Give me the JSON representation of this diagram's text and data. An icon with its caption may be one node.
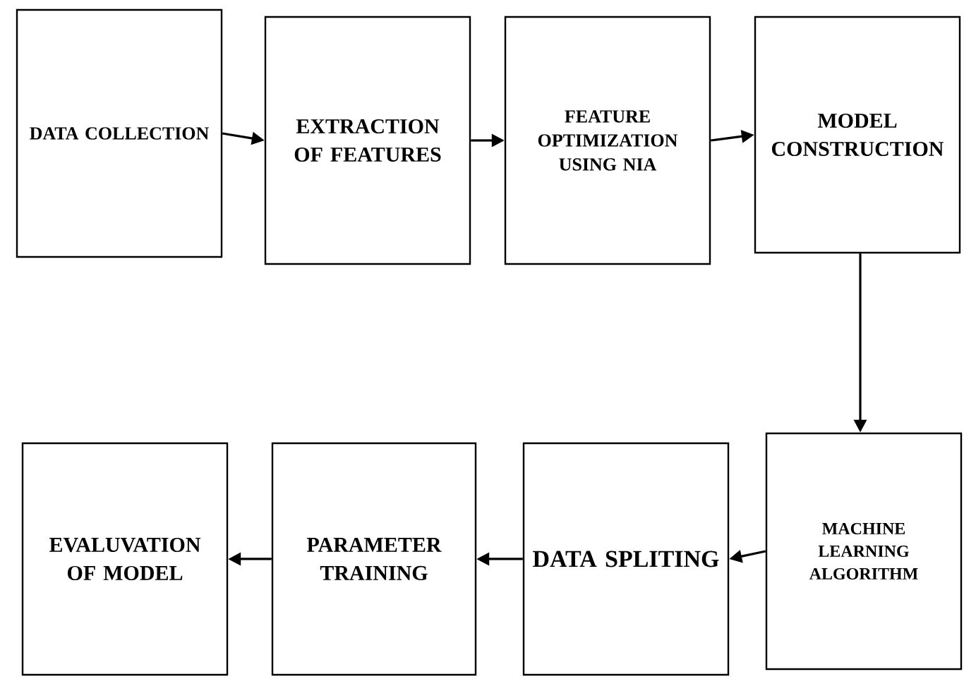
{
  "diagram": {
    "nodes": [
      {
        "text": [
          "DATA COLLECTION"
        ]
      },
      {
        "text": [
          "EXTRACTION OF FEATURES"
        ]
      },
      {
        "text": [
          "FEATURE OPTIMIZATION USING NIA"
        ]
      },
      {
        "text": [
          "MODEL CONSTRUCTION"
        ]
      },
      {
        "text": [
          "MACHINE LEARNING ALGORITHM"
        ]
      },
      {
        "text": [
          "DATA SPLITING"
        ]
      },
      {
        "text": [
          "PARAMETER TRAINING"
        ]
      },
      {
        "text": [
          "EVALUVATION OF MODEL"
        ]
      }
    ],
    "edges": [
      {
        "from": 0,
        "to": 1,
        "arrow": "to"
      },
      {
        "from": 1,
        "to": 2,
        "arrow": "to"
      },
      {
        "from": 2,
        "to": 3,
        "arrow": "to"
      },
      {
        "from": 3,
        "to": 4,
        "arrow": "to"
      },
      {
        "from": 4,
        "to": 5,
        "arrow": "to"
      },
      {
        "from": 5,
        "to": 6,
        "arrow": "to"
      },
      {
        "from": 6,
        "to": 7,
        "arrow": "to"
      }
    ]
  }
}
